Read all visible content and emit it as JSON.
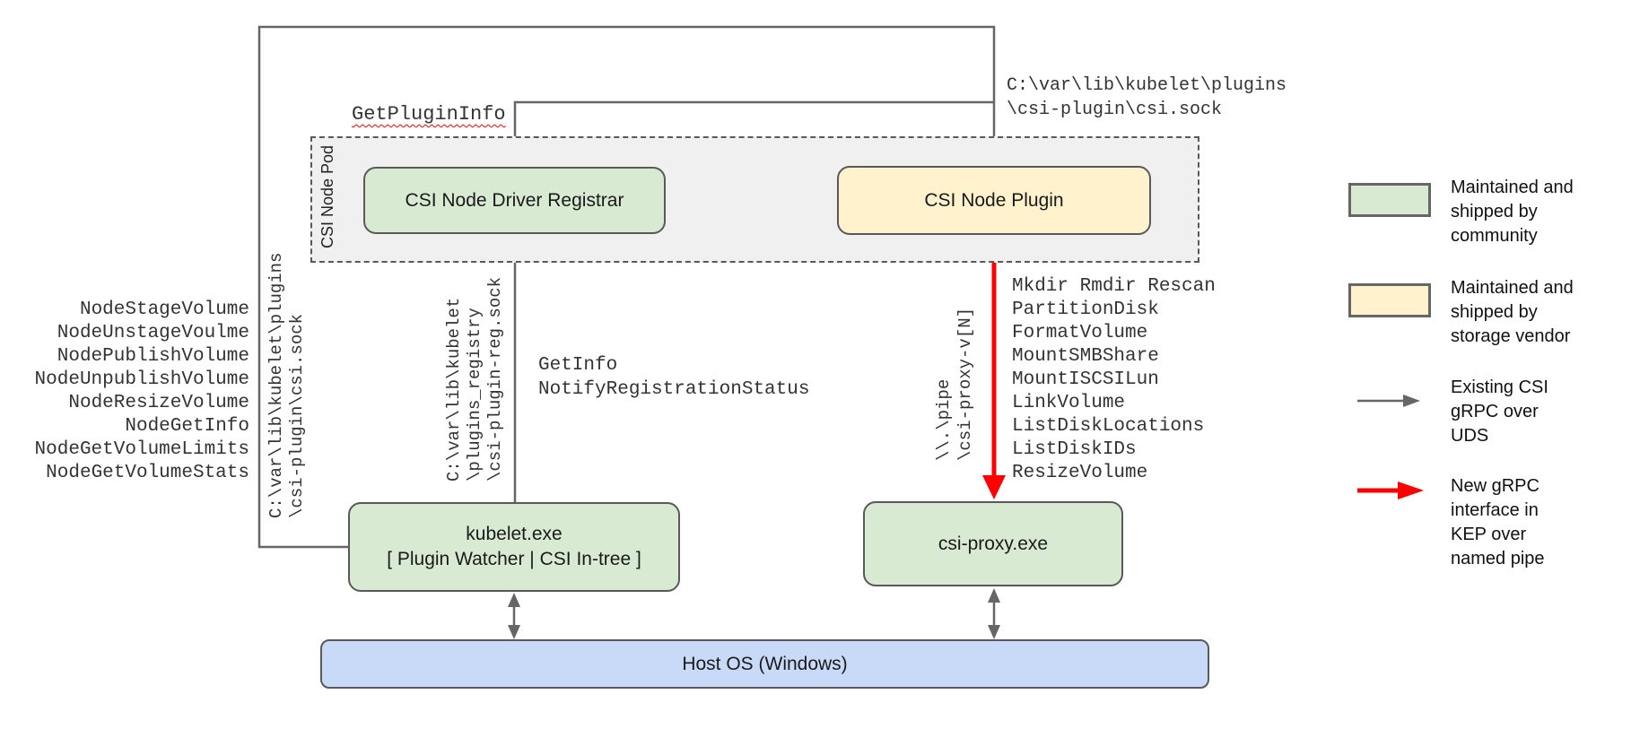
{
  "colors": {
    "community_green": "#d9ead3",
    "vendor_yellow": "#fff2cc",
    "host_blue": "#c9daf8",
    "pod_gray": "#f0f0f0",
    "box_border": "#595959",
    "line_gray": "#666666",
    "arrow_red": "#ff0000"
  },
  "pod": {
    "label": "CSI Node Pod"
  },
  "boxes": {
    "registrar": "CSI Node Driver Registrar",
    "plugin": "CSI Node Plugin",
    "kubelet": "kubelet.exe\n[ Plugin Watcher | CSI In-tree ]",
    "csi_proxy": "csi-proxy.exe",
    "host_os": "Host OS (Windows)"
  },
  "paths": {
    "csi_sock_top": "C:\\var\\lib\\kubelet\\plugins\n\\csi-plugin\\csi.sock",
    "csi_sock_side": "C:\\var\\lib\\kubelet\\plugins\n\\csi-plugin\\csi.sock",
    "reg_sock_side": "C:\\var\\lib\\kubelet\n\\plugins_registry\n\\csi-plugin-reg.sock",
    "named_pipe_side": "\\\\.\\pipe\n\\csi-proxy-v[N]"
  },
  "calls": {
    "get_plugin_info": "GetPluginInfo",
    "registration": "GetInfo\nNotifyRegistrationStatus",
    "node_api": [
      "NodeStageVolume",
      "NodeUnstageVoulme",
      "NodePublishVolume",
      "NodeUnpublishVolume",
      "NodeResizeVolume",
      "NodeGetInfo",
      "NodeGetVolumeLimits",
      "NodeGetVolumeStats"
    ],
    "proxy_api": [
      "Mkdir Rmdir Rescan",
      "PartitionDisk",
      "FormatVolume",
      "MountSMBShare",
      "MountISCSILun",
      "LinkVolume",
      "ListDiskLocations",
      "ListDiskIDs",
      "ResizeVolume"
    ]
  },
  "legend": {
    "community": "Maintained and\nshipped by\ncommunity",
    "vendor": "Maintained and\nshipped by\nstorage vendor",
    "uds": "Existing CSI\ngRPC over\nUDS",
    "pipe": "New gRPC\ninterface in\nKEP over\nnamed pipe"
  }
}
